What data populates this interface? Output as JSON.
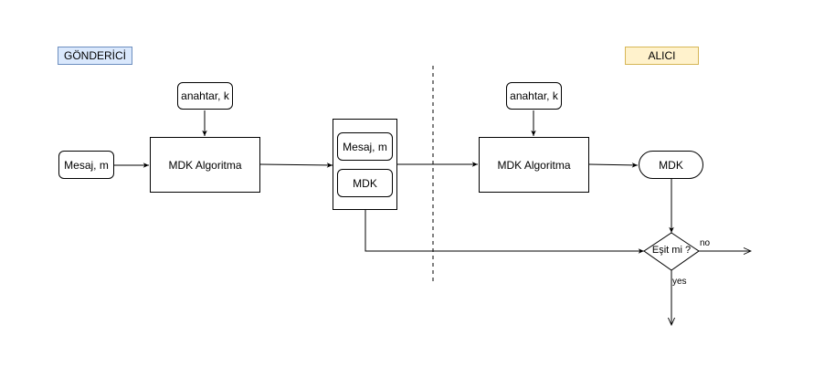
{
  "sender": {
    "label": "GÖNDERİCİ",
    "bg": "#dae8fc",
    "border": "#6c8ebf"
  },
  "receiver": {
    "label": "ALICI",
    "bg": "#fff2cc",
    "border": "#d6b656"
  },
  "left": {
    "key": "anahtar, k",
    "message": "Mesaj, m",
    "algorithm": "MDK Algoritma"
  },
  "channel": {
    "message": "Mesaj, m",
    "mac": "MDK"
  },
  "right": {
    "key": "anahtar, k",
    "algorithm": "MDK Algoritma",
    "mac": "MDK",
    "decision": "Eşit mi ?",
    "no_label": "no",
    "yes_label": "yes"
  }
}
